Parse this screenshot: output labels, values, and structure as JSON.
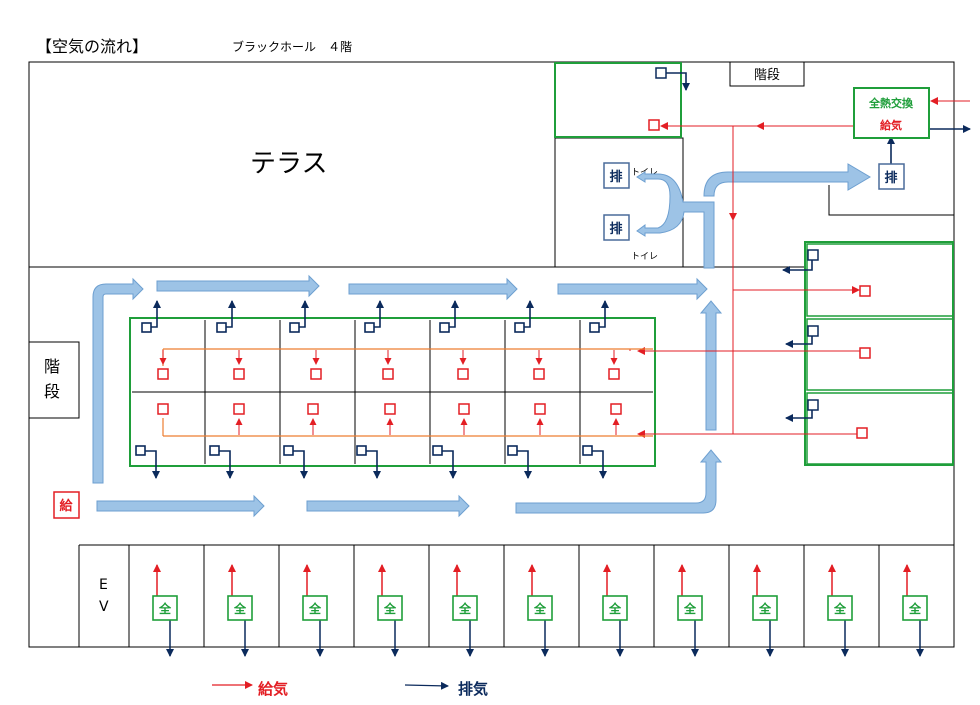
{
  "title": "【空気の流れ】",
  "subtitle": "ブラックホール　４階",
  "rooms": {
    "terrace": "テラス",
    "stairs_top": "階段",
    "stairs_left_1": "階",
    "stairs_left_2": "段",
    "ev_1": "E",
    "ev_2": "V",
    "toilet_1": "トイレ",
    "toilet_2": "トイレ"
  },
  "units": {
    "heat_exchanger_label": "全熱交換",
    "supply_label": "給気",
    "exhaust_symbol": "排",
    "supply_symbol": "給",
    "total_heat_symbol": "全"
  },
  "legend": {
    "supply": "給気",
    "exhaust": "排気"
  },
  "colors": {
    "supply": "#e31e24",
    "exhaust": "#0b2a5c",
    "equipment": "#1f9e3a",
    "flow": "#9dc3e6",
    "flow_stroke": "#6d9fd0",
    "duct": "#ed7d31",
    "wall": "#000000"
  }
}
